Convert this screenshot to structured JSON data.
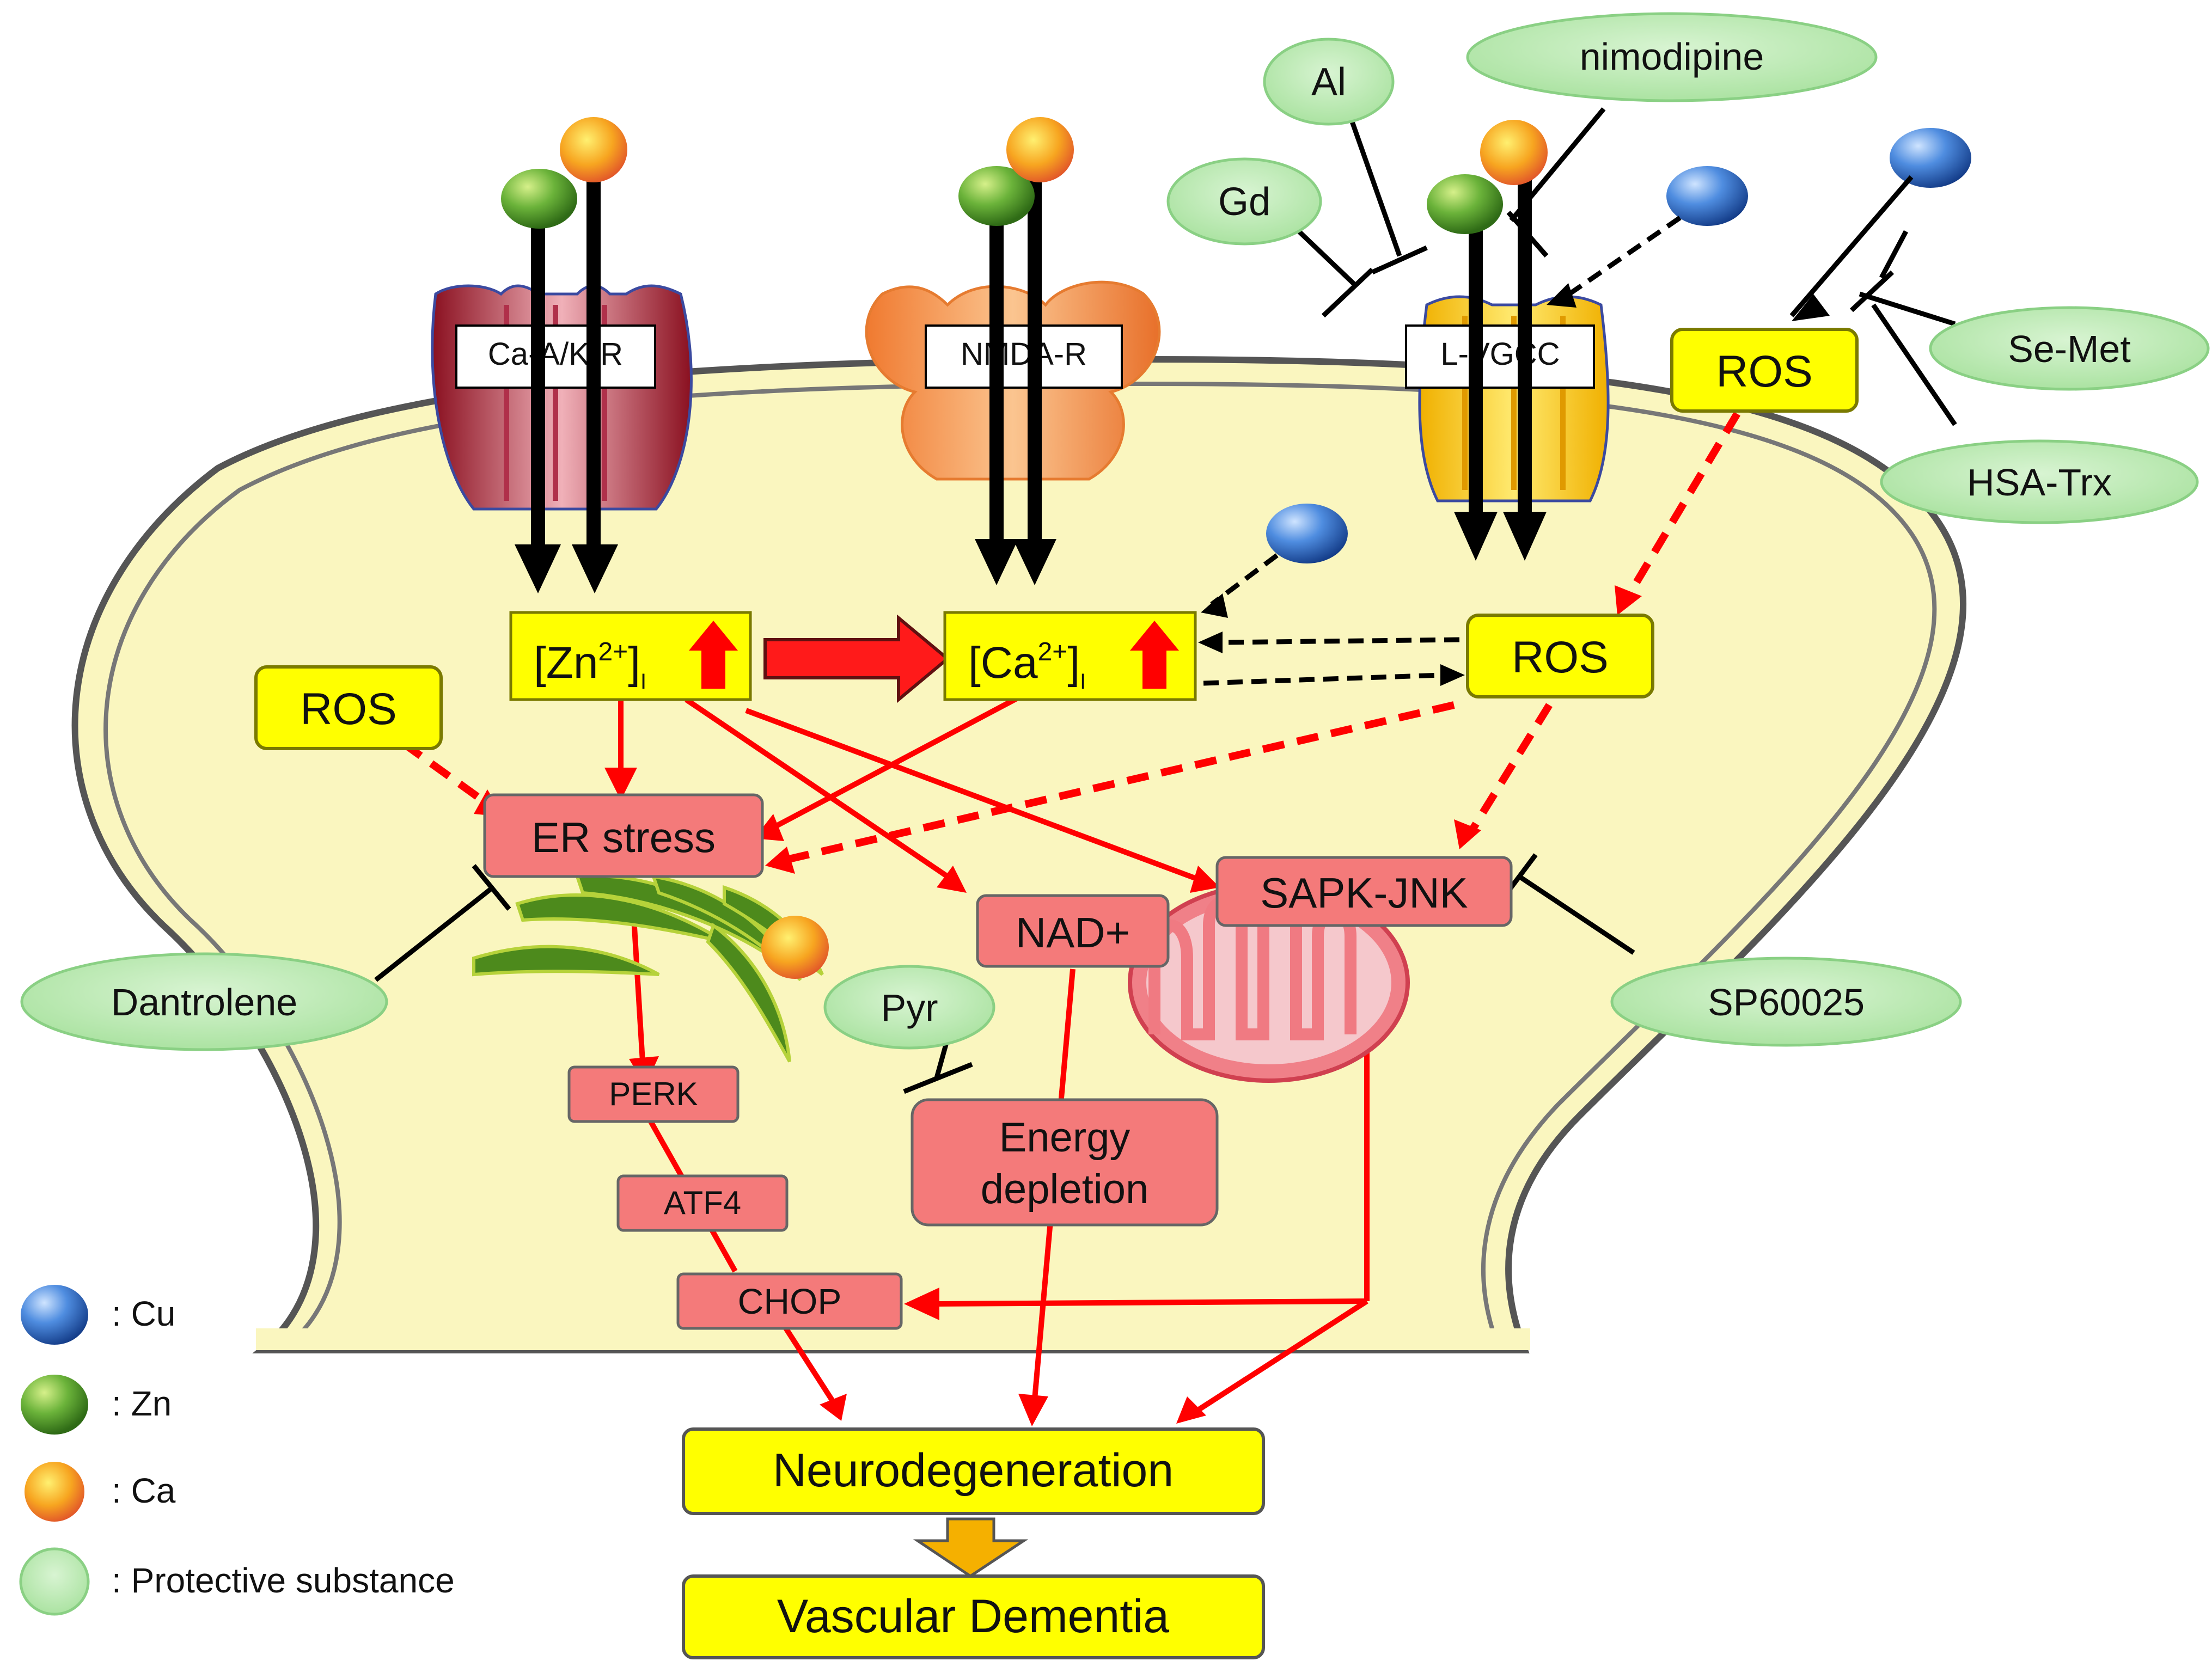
{
  "receptors": {
    "ampa": "Ca-A/K-R",
    "nmda": "NMDA-R",
    "lvgcc": "L-VGCC"
  },
  "ions": {
    "zn": "[Zn",
    "zn_sup": "2+",
    "ca": "[Ca",
    "ca_sup": "2+",
    "close_sub": "]",
    "sub": "I"
  },
  "nodes": {
    "ros_outside": "ROS",
    "ros_right": "ROS",
    "ros_left": "ROS",
    "er_stress": "ER stress",
    "nad": "NAD+",
    "sapk": "SAPK-JNK",
    "perk": "PERK",
    "atf4": "ATF4",
    "chop": "CHOP",
    "energy_line1": "Energy",
    "energy_line2": "depletion",
    "neurodegeneration": "Neurodegeneration",
    "dementia": "Vascular Dementia"
  },
  "protectives": {
    "al": "Al",
    "nimodipine": "nimodipine",
    "gd": "Gd",
    "semet": "Se-Met",
    "hsatrx": "HSA-Trx",
    "dantrolene": "Dantrolene",
    "pyr": "Pyr",
    "sp": "SP60025"
  },
  "legend": {
    "cu": ": Cu",
    "zn": ": Zn",
    "ca": ": Ca",
    "protective": ": Protective substance"
  },
  "colors": {
    "cell": "#faf6bf",
    "yellow_box": "#ffff00",
    "pink_box": "#f47a7a",
    "protective": "#a8e4a0",
    "arrow_red": "#ff0000",
    "zinc": "#5aa02c",
    "calcium": "#f59a10",
    "copper": "#2255a4"
  }
}
